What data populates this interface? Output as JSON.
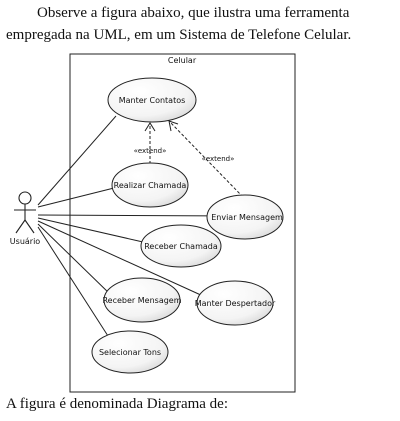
{
  "question": {
    "intro": "Observe a figura abaixo, que ilustra uma ferramenta empregada na UML, em um Sistema de Telefone Celular.",
    "outro": "A figura é denominada Diagrama de:"
  },
  "diagram": {
    "system_name": "Celular",
    "actor": "Usuário",
    "use_cases": {
      "manter_contatos": "Manter Contatos",
      "realizar_chamada": "Realizar Chamada",
      "enviar_mensagem": "Enviar Mensagem",
      "receber_chamada": "Receber Chamada",
      "receber_mensagem": "Receber Mensagem",
      "manter_despertador": "Manter Despertador",
      "selecionar_tons": "Selecionar Tons"
    },
    "stereotypes": {
      "extend_1": "«extend»",
      "extend_2": "«extend»"
    }
  }
}
